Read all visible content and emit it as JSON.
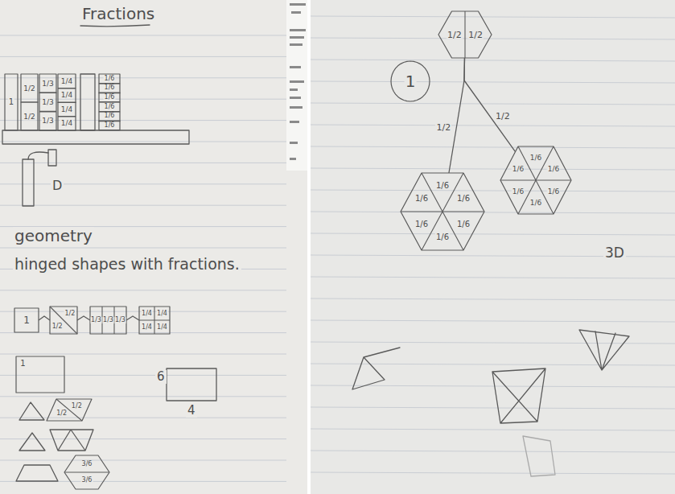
{
  "diagram": {
    "title": "Fractions",
    "nodes": [
      {
        "text": [
          "1"
        ]
      },
      {
        "text": [
          "1/2"
        ]
      },
      {
        "text": [
          "1/2"
        ]
      },
      {
        "text": [
          "1/3"
        ]
      },
      {
        "text": [
          "1/3"
        ]
      },
      {
        "text": [
          "1/3"
        ]
      },
      {
        "text": [
          "1/4"
        ]
      },
      {
        "text": [
          "1/4"
        ]
      },
      {
        "text": [
          "1/4"
        ]
      },
      {
        "text": [
          "1/4"
        ]
      },
      {
        "text": [
          "1/6"
        ]
      },
      {
        "text": [
          "1/6"
        ]
      },
      {
        "text": [
          "1/6"
        ]
      },
      {
        "text": [
          "1/6"
        ]
      },
      {
        "text": [
          "1/6"
        ]
      },
      {
        "text": [
          "1/6"
        ]
      },
      {
        "text": [
          "1"
        ]
      },
      {
        "text": [
          "1/2",
          "1/2"
        ]
      },
      {
        "text": [
          "1/3",
          "1/3",
          "1/3"
        ]
      },
      {
        "text": [
          "1/4",
          "1/4",
          "1/4",
          "1/4"
        ]
      },
      {
        "text": [
          "1"
        ]
      },
      {
        "text": [
          "1/2",
          "1/2"
        ]
      },
      {
        "text": [
          "3/6",
          "3/6"
        ]
      },
      {
        "text": [
          "1"
        ]
      },
      {
        "text": [
          "1/2",
          "1/2"
        ]
      },
      {
        "text": [
          "1/6",
          "1/6",
          "1/6",
          "1/6",
          "1/6",
          "1/6"
        ]
      },
      {
        "text": [
          "1/6",
          "1/6",
          "1/6",
          "1/6",
          "1/6",
          "1/6"
        ]
      }
    ],
    "edges": [
      {
        "from": 16,
        "to": 17,
        "arrow": "none"
      },
      {
        "from": 17,
        "to": 18,
        "arrow": "none"
      },
      {
        "from": 18,
        "to": 19,
        "arrow": "none"
      },
      {
        "from": 24,
        "to": 25,
        "label": "1/2",
        "arrow": "none"
      },
      {
        "from": 24,
        "to": 26,
        "label": "1/2",
        "arrow": "none"
      }
    ],
    "labels": [
      "geometry",
      "hinged shapes with fractions.",
      "D",
      "6",
      "4",
      "3D"
    ]
  }
}
